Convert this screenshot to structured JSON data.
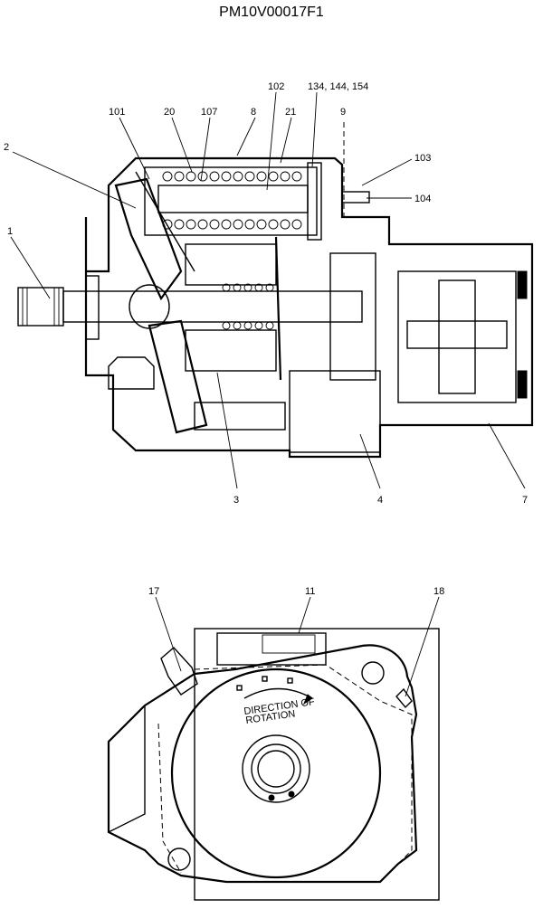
{
  "drawing_id": "PM10V00017F1",
  "callouts_section": [
    "1",
    "2",
    "101",
    "20",
    "107",
    "8",
    "102",
    "134, 144, 154",
    "21",
    "9",
    "103",
    "104",
    "3",
    "4",
    "7"
  ],
  "callouts_end_view": [
    "17",
    "11",
    "18"
  ],
  "end_view_text": {
    "line1": "DIRECTION OF",
    "line2": "ROTATION"
  }
}
